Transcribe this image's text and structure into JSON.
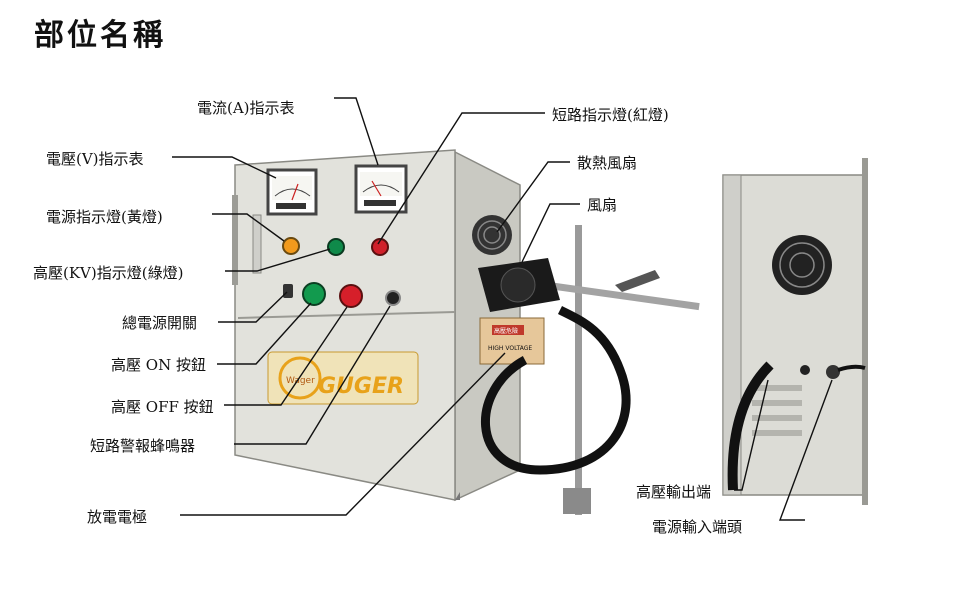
{
  "title": "部位名稱",
  "brand": {
    "logo_text": "GUGER",
    "small_text": "Wager"
  },
  "labels": {
    "ammeter": "電流(A)指示表",
    "voltmeter": "電壓(V)指示表",
    "short_lamp": "短路指示燈(紅燈)",
    "cooling_fan": "散熱風扇",
    "fan": "風扇",
    "power_lamp": "電源指示燈(黃燈)",
    "hv_lamp": "高壓(KV)指示燈(綠燈)",
    "main_switch": "總電源開關",
    "hv_on": "高壓 ON 按鈕",
    "hv_off": "高壓 OFF 按鈕",
    "buzzer": "短路警報蜂鳴器",
    "electrode": "放電電極",
    "hv_output": "高壓輸出端",
    "power_input": "電源輸入端頭"
  },
  "electrode_tag": {
    "line1": "高壓危險",
    "line2": "HIGH VOLTAGE"
  },
  "colors": {
    "cabinet": "#dcdcd6",
    "cabinet_shadow": "#b7b7b0",
    "lamp_yellow": "#f29a1c",
    "lamp_green": "#0f8a4a",
    "lamp_red": "#d0202a",
    "logo": "#e8a21a"
  }
}
